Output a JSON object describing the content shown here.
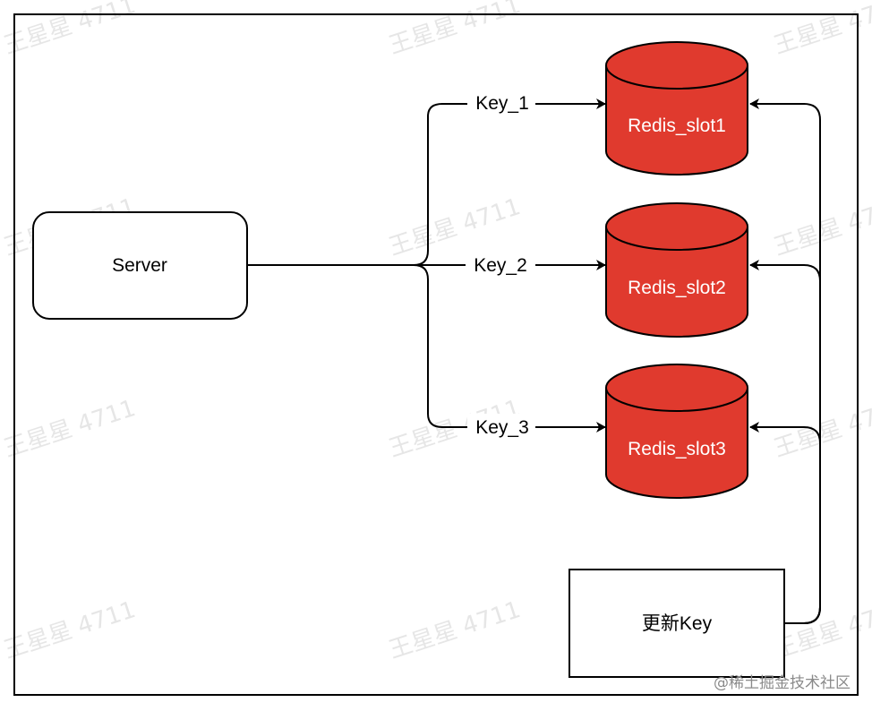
{
  "colors": {
    "db_fill": "#e03a2e",
    "db_stroke": "#000000",
    "line": "#000000",
    "watermark": "#e6e6e6"
  },
  "nodes": {
    "server": "Server",
    "update_key": "更新Key",
    "slots": [
      "Redis_slot1",
      "Redis_slot2",
      "Redis_slot3"
    ]
  },
  "edges": {
    "keys": [
      "Key_1",
      "Key_2",
      "Key_3"
    ]
  },
  "watermark": "王星星 4711",
  "footer": "@稀土掘金技术社区"
}
